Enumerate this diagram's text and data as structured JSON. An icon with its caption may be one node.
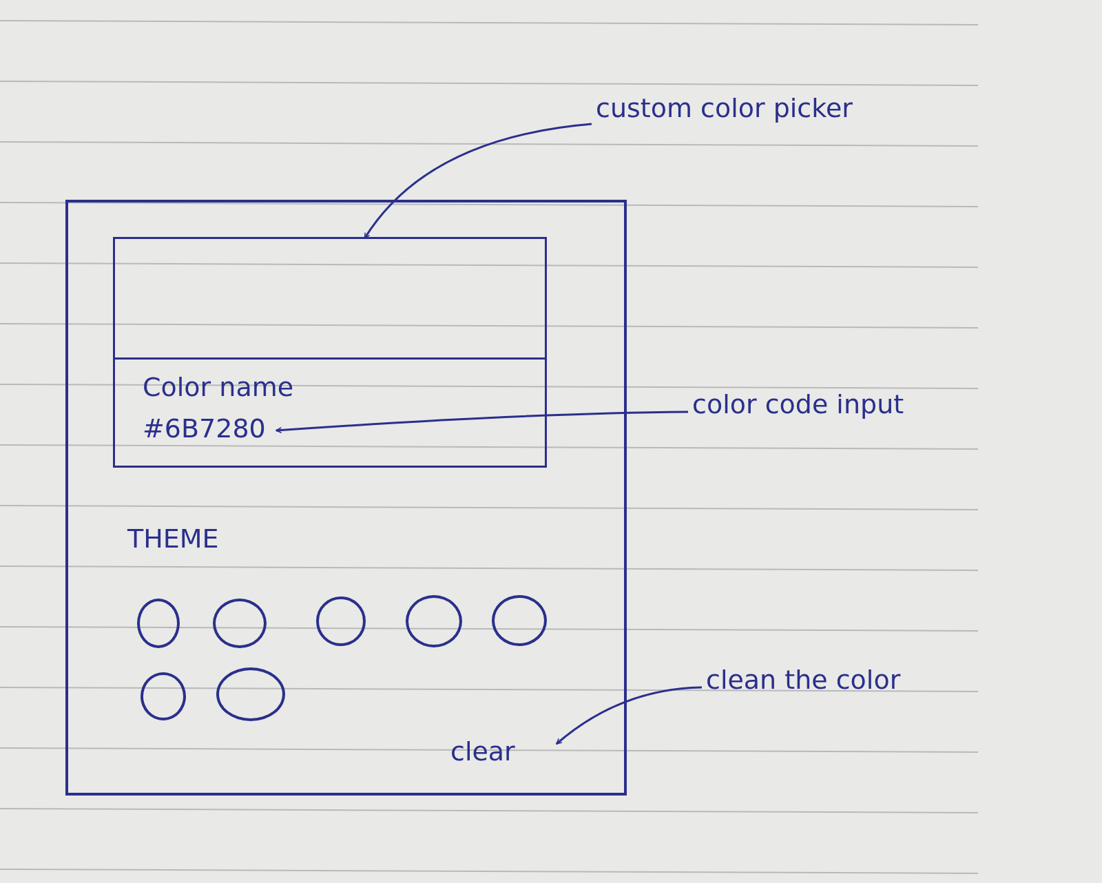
{
  "diagram": {
    "nodes": [
      {
        "text": [],
        "shape": "box"
      },
      {
        "text": [],
        "shape": "box",
        "in": 0
      },
      {
        "text": [
          "Color name"
        ],
        "in": 0
      },
      {
        "text": [
          "#6B7280"
        ],
        "in": 2
      },
      {
        "text": [],
        "shape": "circle",
        "in": 0
      },
      {
        "text": [],
        "shape": "circle",
        "in": 0
      },
      {
        "text": [],
        "shape": "circle",
        "in": 0
      },
      {
        "text": [],
        "shape": "circle",
        "in": 0
      },
      {
        "text": [],
        "shape": "circle",
        "in": 0
      },
      {
        "text": [],
        "shape": "circle",
        "in": 0
      },
      {
        "text": [],
        "shape": "circle",
        "in": 0
      },
      {
        "text": [
          "clear"
        ],
        "in": 0
      },
      {
        "text": [
          "custom color picker"
        ]
      },
      {
        "text": [
          "color code input"
        ]
      },
      {
        "text": [
          "clean the color"
        ]
      }
    ],
    "edges": [
      {
        "from": 12,
        "to": 1,
        "arrow": "to"
      },
      {
        "from": 13,
        "to": 3,
        "arrow": "to"
      },
      {
        "from": 14,
        "to": 11,
        "arrow": "to"
      }
    ],
    "labels": [
      "THEME"
    ]
  }
}
